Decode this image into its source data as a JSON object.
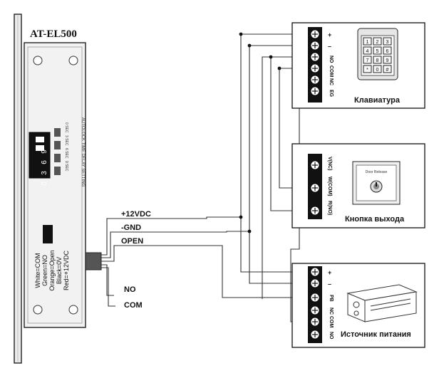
{
  "lock": {
    "title": "AT-EL500",
    "timer_settings": [
      "0 SEC",
      "3 SEC",
      "6 SEC",
      "9 SEC"
    ],
    "timer_caption": "AUTOLOCK TIME DELAY SETTING",
    "dip_digits": [
      "0",
      "3",
      "6",
      "9"
    ],
    "wire_legend": [
      "Red=+12VDC",
      "Black=0V",
      "Orange=Open",
      "Green=NO",
      "White=COM"
    ]
  },
  "wires": {
    "plus12": "+12VDC",
    "gnd": "-GND",
    "open": "OPEN",
    "no": "NO",
    "com": "COM"
  },
  "keypad": {
    "caption": "Клавиатура",
    "terminals": [
      "+",
      "–",
      "NO",
      "COM",
      "NC",
      "EG"
    ],
    "keys": [
      "1",
      "2",
      "3",
      "4",
      "5",
      "6",
      "7",
      "8",
      "9",
      "*",
      "0",
      "#"
    ]
  },
  "exit_button": {
    "caption": "Кнопка выхода",
    "terminals": [
      "V(NC)",
      "W(COM)",
      "R(NO)"
    ],
    "plate_text": "Door Release"
  },
  "power_supply": {
    "caption": "Источник питания",
    "terminals": [
      "+",
      "–",
      "PB",
      "NC",
      "COM",
      "NO"
    ]
  }
}
